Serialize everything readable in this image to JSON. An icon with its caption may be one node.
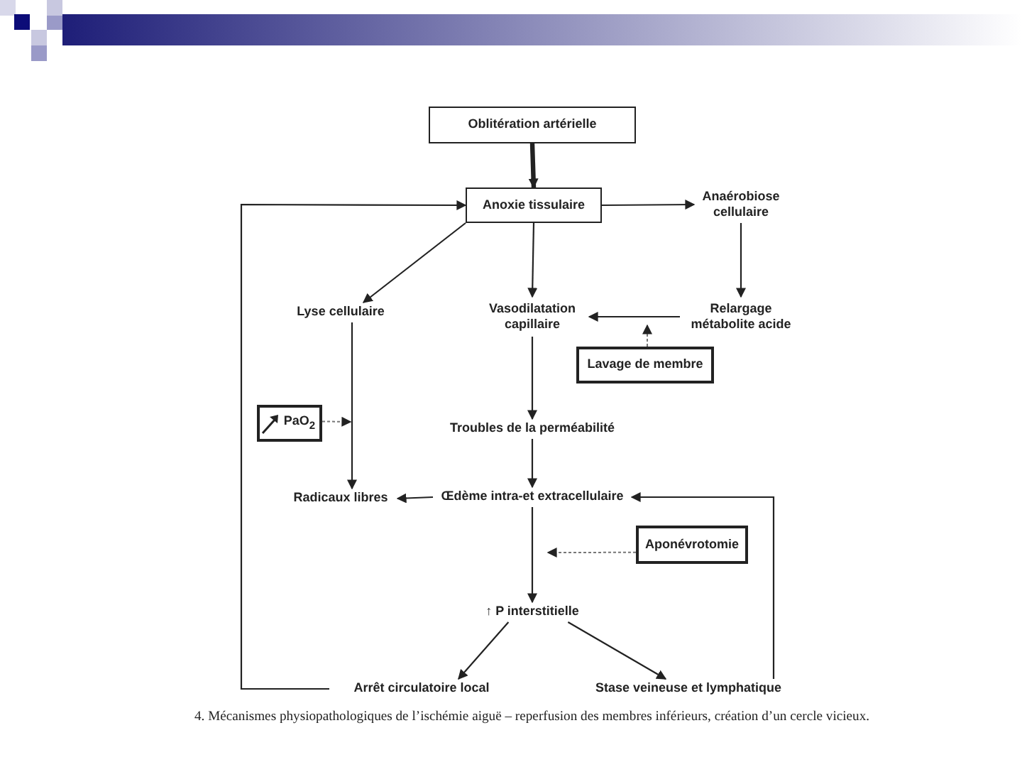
{
  "diagram": {
    "caption": "4. Mécanismes physiopathologiques de l’ischémie aiguë – reperfusion des membres inférieurs, création d’un cercle vicieux.",
    "nodes": [
      {
        "text": [
          "Oblitération artérielle"
        ]
      },
      {
        "text": [
          "Anoxie tissulaire"
        ]
      },
      {
        "text": [
          "Anaérobiose cellulaire"
        ]
      },
      {
        "text": [
          "Lyse cellulaire"
        ]
      },
      {
        "text": [
          "Vasodilatation capillaire"
        ]
      },
      {
        "text": [
          "Relargage métabolite acide"
        ]
      },
      {
        "text": [
          "Lavage de membre"
        ]
      },
      {
        "text": [
          "PaO$_{2}$"
        ]
      },
      {
        "text": [
          "Troubles de la perméabilité"
        ]
      },
      {
        "text": [
          "Radicaux libres"
        ]
      },
      {
        "text": [
          "Œdème intra-et extracellulaire"
        ]
      },
      {
        "text": [
          "Aponévrotomie"
        ]
      },
      {
        "text": [
          "↑ P interstitielle"
        ]
      },
      {
        "text": [
          "Arrêt circulatoire local"
        ]
      },
      {
        "text": [
          "Stase veineuse et lymphatique"
        ]
      }
    ],
    "edges": [
      {
        "from": 0,
        "to": 1,
        "arrow": "to",
        "style": "thick"
      },
      {
        "from": 1,
        "to": 2,
        "arrow": "to"
      },
      {
        "from": 1,
        "to": 3,
        "arrow": "to"
      },
      {
        "from": 1,
        "to": 4,
        "arrow": "to"
      },
      {
        "from": 2,
        "to": 5,
        "arrow": "to"
      },
      {
        "from": 5,
        "to": 4,
        "arrow": "to"
      },
      {
        "from": 6,
        "to": null,
        "arrow": "to",
        "style": "dashed"
      },
      {
        "from": 3,
        "to": 9,
        "arrow": "to"
      },
      {
        "from": 7,
        "to": null,
        "arrow": "to",
        "style": "dashed"
      },
      {
        "from": 4,
        "to": 8,
        "arrow": "to"
      },
      {
        "from": 8,
        "to": 10,
        "arrow": "to"
      },
      {
        "from": 10,
        "to": 9,
        "arrow": "to"
      },
      {
        "from": 10,
        "to": 12,
        "arrow": "to"
      },
      {
        "from": 11,
        "to": null,
        "arrow": "to",
        "style": "dashed"
      },
      {
        "from": 12,
        "to": 13,
        "arrow": "to"
      },
      {
        "from": 12,
        "to": 14,
        "arrow": "to"
      },
      {
        "from": 13,
        "to": 1,
        "arrow": "to"
      },
      {
        "from": 14,
        "to": 10,
        "arrow": "to"
      }
    ]
  }
}
